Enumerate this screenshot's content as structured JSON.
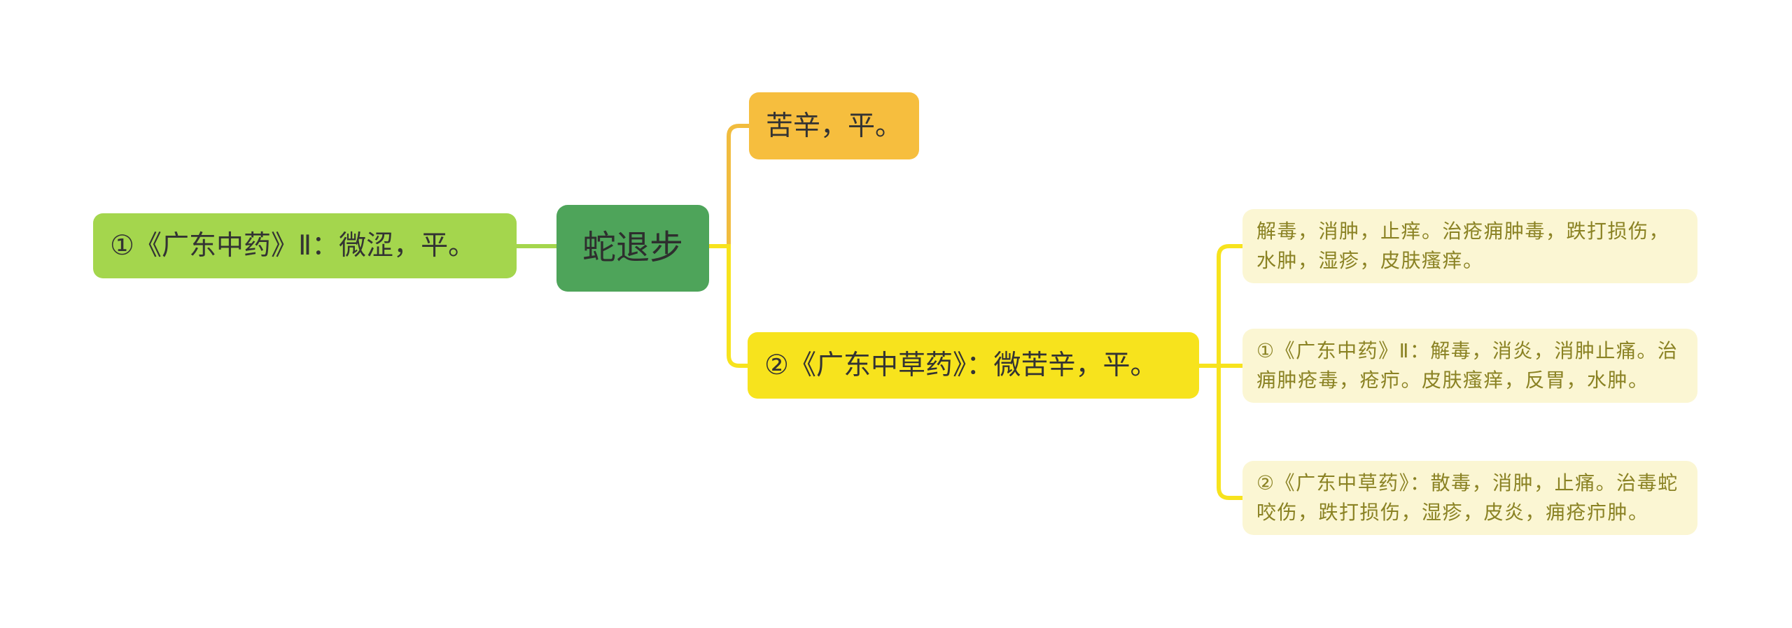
{
  "diagram": {
    "type": "mindmap",
    "background": "#ffffff",
    "root": {
      "label": "蛇退步"
    },
    "left_branch": {
      "label": "①《广东中药》Ⅱ：微涩，平。"
    },
    "taste_branch": {
      "label": "苦辛，平。"
    },
    "source_branch": {
      "label": "②《广东中草药》：微苦辛，平。"
    },
    "leaves": [
      {
        "label": "解毒，消肿，止痒。治疮痈肿毒，跌打损伤，水肿，湿疹，皮肤瘙痒。"
      },
      {
        "label": "①《广东中药》Ⅱ：解毒，消炎，消肿止痛。治痈肿疮毒，疮疖。皮肤瘙痒，反胃，水肿。"
      },
      {
        "label": "②《广东中草药》：散毒，消肿，止痛。治毒蛇咬伤，跌打损伤，湿疹，皮炎，痈疮疖肿。"
      }
    ],
    "colors": {
      "root_bg": "#4EA45A",
      "left_bg": "#A4D64D",
      "taste_bg": "#F6BE3E",
      "source_bg": "#F7E31D",
      "leaf_bg": "#FBF6D3",
      "leaf_text": "#8A8223",
      "node_text": "#333333",
      "link_green": "#A4D64D",
      "link_amber": "#F1BC3E",
      "link_yellow": "#F7E31D"
    }
  }
}
